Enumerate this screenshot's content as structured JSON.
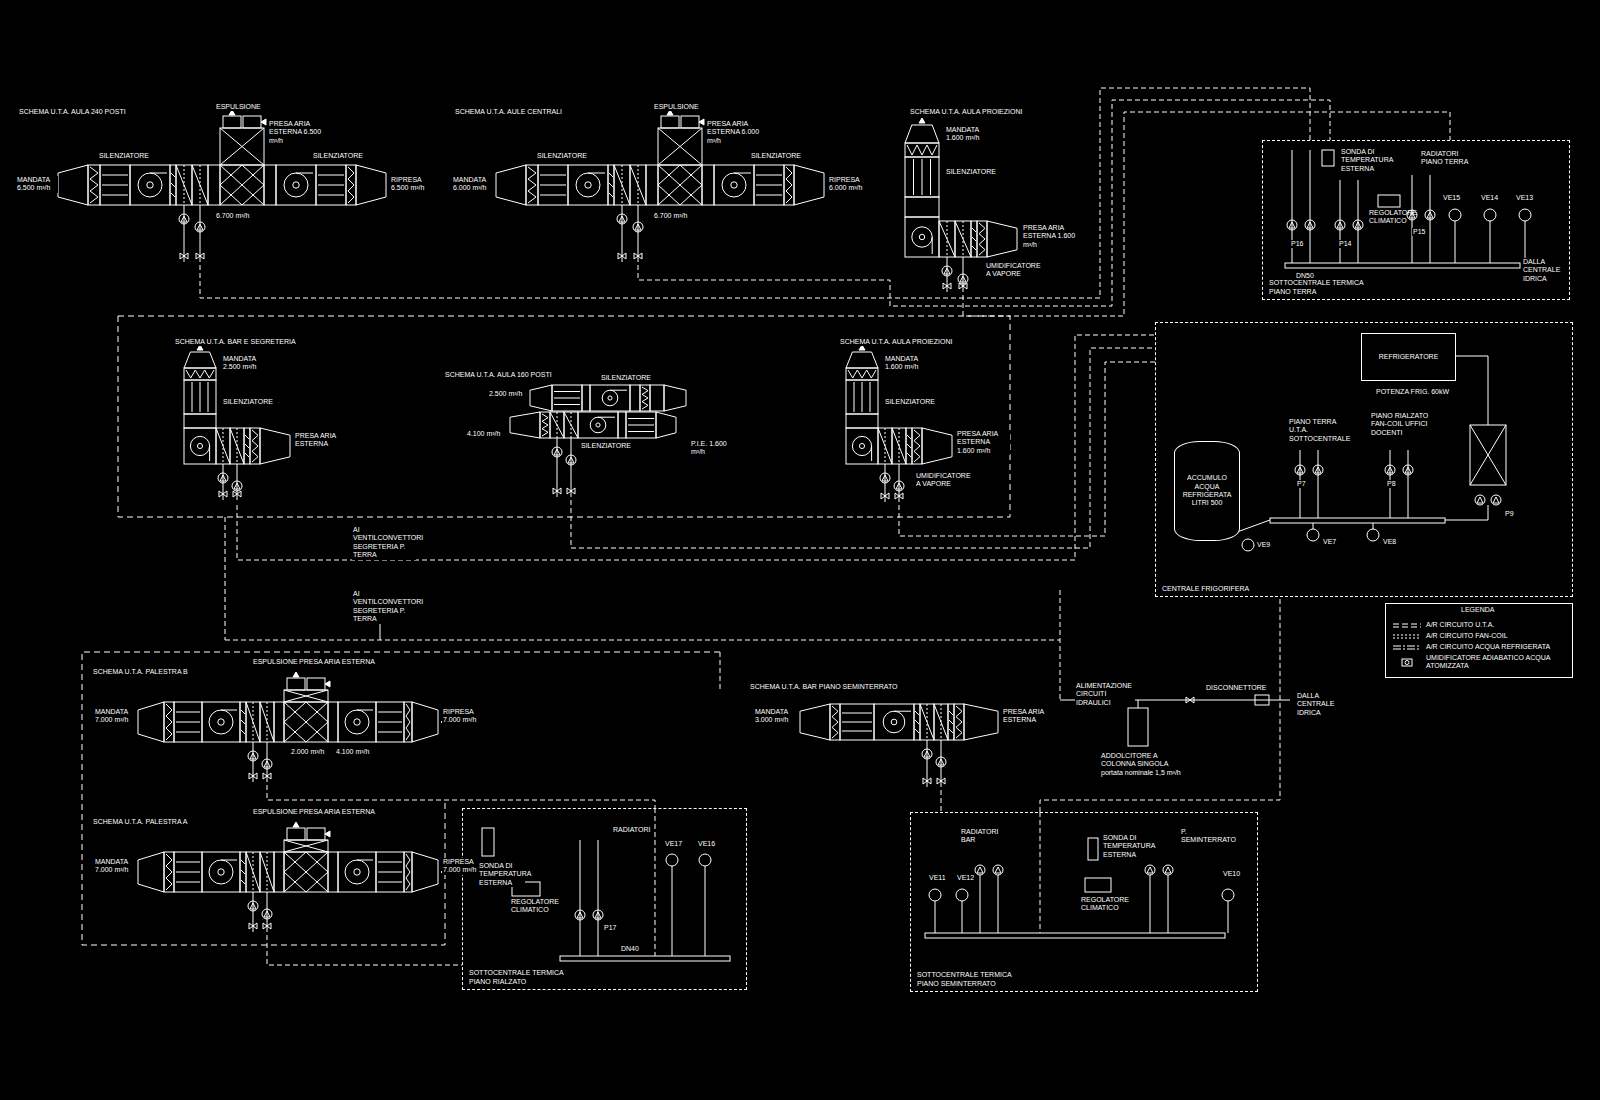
{
  "diagram": {
    "nodes": [
      {
        "text": [
          "SCHEMA U.T.A. AULA 240 POSTI"
        ]
      },
      {
        "text": [
          "SCHEMA U.T.A. AULE CENTRALI"
        ]
      },
      {
        "text": [
          "SCHEMA U.T.A. AULA PROIEZIONI"
        ]
      },
      {
        "text": [
          "SOTTOCENTRALE TERMICA PIANO TERRA"
        ]
      },
      {
        "text": [
          "SCHEMA U.T.A. BAR E SEGRETERIA"
        ]
      },
      {
        "text": [
          "SCHEMA U.T.A. AULA 160 POSTI"
        ]
      },
      {
        "text": [
          "SCHEMA U.T.A. AULA PROIEZIONI"
        ]
      },
      {
        "text": [
          "CENTRALE FRIGORIFERA"
        ]
      },
      {
        "text": [
          "REFRIGERATORE"
        ],
        "in": 7
      },
      {
        "text": [
          "ACCUMULO ACQUA REFRIGERATA LITRI 500"
        ],
        "in": 7
      },
      {
        "text": [
          "SCHEMA U.T.A. PALESTRA B"
        ]
      },
      {
        "text": [
          "SCHEMA U.T.A. BAR PIANO SEMINTERRATO"
        ]
      },
      {
        "text": [
          "SCHEMA U.T.A. PALESTRA A"
        ]
      },
      {
        "text": [
          "SOTTOCENTRALE TERMICA PIANO RIALZATO"
        ]
      },
      {
        "text": [
          "SOTTOCENTRALE TERMICA PIANO SEMINTERRATO"
        ]
      }
    ],
    "edges": [
      {
        "from": 0,
        "to": 3,
        "arrow": "none"
      },
      {
        "from": 1,
        "to": 3,
        "arrow": "none"
      },
      {
        "from": 2,
        "to": 3,
        "arrow": "none"
      },
      {
        "from": 4,
        "to": 7,
        "arrow": "none"
      },
      {
        "from": 5,
        "to": 7,
        "arrow": "none"
      },
      {
        "from": 6,
        "to": 7,
        "arrow": "none"
      },
      {
        "from": 10,
        "to": 13,
        "arrow": "none"
      },
      {
        "from": 12,
        "to": 13,
        "arrow": "none"
      },
      {
        "from": 11,
        "to": 14,
        "arrow": "none"
      },
      {
        "from": 14,
        "to": 7,
        "arrow": "none"
      }
    ],
    "labels": [
      "ESPULSIONE",
      "PRESA ARIA ESTERNA 6.500 m³/h",
      "SILENZIATORE",
      "SILENZIATORE",
      "MANDATA 6.500 m³/h",
      "RIPRESA 6.500 m³/h",
      "6.700 m³/h",
      "ESPULSIONE",
      "PRESA ARIA ESTERNA 6.000 m³/h",
      "SILENZIATORE",
      "SILENZIATORE",
      "MANDATA 6.000 m³/h",
      "RIPRESA 6.000 m³/h",
      "6.700 m³/h",
      "MANDATA 1.600 m³/h",
      "SILENZIATORE",
      "PRESA ARIA ESTERNA 1.600 m³/h",
      "UMIDIFICATORE A VAPORE",
      "SONDA DI TEMPERATURA ESTERNA",
      "RADIATORI PIANO TERRA",
      "REGOLATORE CLIMATICO",
      "P15",
      "VE14",
      "VE13",
      "VE15",
      "P16",
      "P14",
      "DALLA CENTRALE IDRICA",
      "MANDATA 2.500 m³/h",
      "SILENZIATORE",
      "PRESA ARIA ESTERNA",
      "SILENZIATORE",
      "2.500 m³/h",
      "4.100 m³/h",
      "SILENZIATORE",
      "P.I.E. 1.600 m³/h",
      "MANDATA 1.600 m³/h",
      "SILENZIATORE",
      "PRESA ARIA ESTERNA 1.600 m³/h",
      "UMIDIFICATORE A VAPORE",
      "AI VENTILCONVETTORI SEGRETERIA P. TERRA",
      "AI VENTILCONVETTORI SEGRETERIA P. TERRA",
      "POTENZA FRIG. 60kW",
      "PIANO TERRA U.T.A. SOTTOCENTRALE",
      "PIANO RIALZATO FAN-COIL UFFICI DOCENTI",
      "VE9",
      "VE7",
      "VE8",
      "P9",
      "P7",
      "P8",
      "ESPULSIONE",
      "PRESA ARIA ESTERNA",
      "MANDATA 7.000 m³/h",
      "RIPRESA 7.000 m³/h",
      "2.000 m³/h",
      "4.100 m³/h",
      "ESPULSIONE",
      "PRESA ARIA ESTERNA",
      "MANDATA 7.000 m³/h",
      "RIPRESA 7.000 m³/h",
      "MANDATA 3.000 m³/h",
      "PRESA ARIA ESTERNA",
      "ALIMENTAZIONE CIRCUITI IDRAULICI",
      "DISCONNETTORE",
      "DALLA CENTRALE IDRICA",
      "ADDOLCITORE A COLONNA SINGOLA portata nominale 1,5 m³/h",
      "SONDA DI TEMPERATURA ESTERNA",
      "REGOLATORE CLIMATICO",
      "RADIATORI",
      "P17",
      "VE17",
      "VE16",
      "SONDA DI TEMPERATURA ESTERNA",
      "REGOLATORE CLIMATICO",
      "VE11",
      "VE12",
      "VE10",
      "RADIATORI BAR",
      "P. SEMINTERRATO",
      "LEGENDA",
      "DN50",
      "DN40"
    ],
    "legend": [
      {
        "text": "A/R CIRCUITO U.T.A."
      },
      {
        "text": "A/R CIRCUITO FAN-COIL"
      },
      {
        "text": "A/R CIRCUITO ACQUA REFRIGERATA"
      },
      {
        "text": "UMIDIFICATORE ADIABATICO ACQUA ATOMIZZATA"
      }
    ]
  }
}
